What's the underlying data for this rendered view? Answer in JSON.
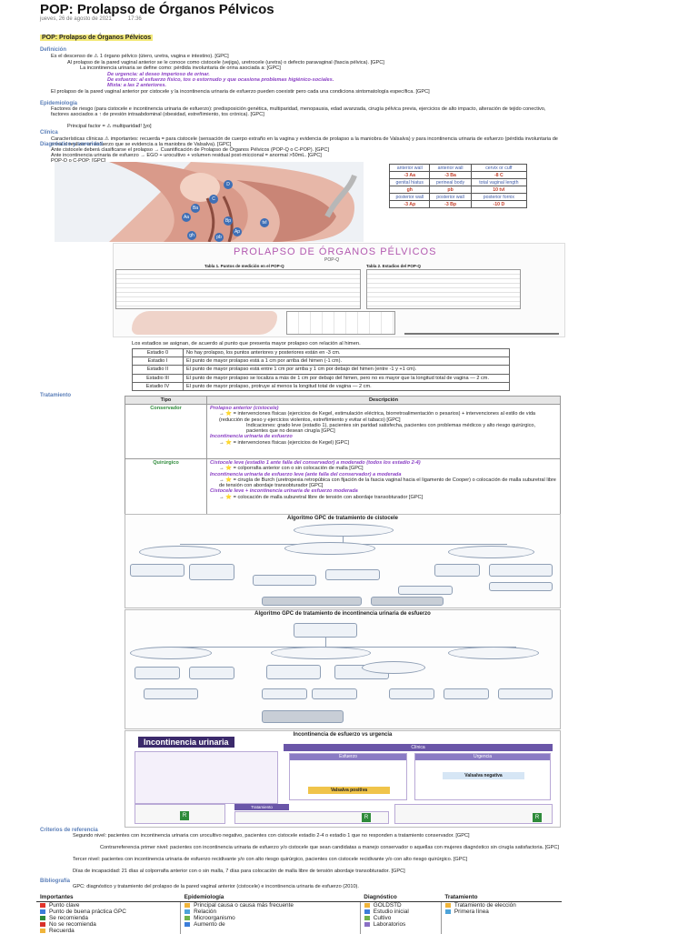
{
  "header": {
    "title": "POP: Prolapso de Órganos Pélvicos",
    "date": "jueves, 26 de agosto de 2021",
    "time": "17:36"
  },
  "doc_heading": "POP: Prolapso de Órganos Pélvicos",
  "sections": {
    "definicion": "Definición",
    "epidemiologia": "Epidemiología",
    "clinica": "Clínica",
    "diagnostico": "Diagnóstico y severidad",
    "tratamiento": "Tratamiento",
    "criterios": "Criterios de referencia",
    "bibliografia": "Bibliografía"
  },
  "definicion": {
    "l1": "Es el descenso de ⚠ 1 órgano pélvico (útero, uretra, vagina e intestino). [GPC]",
    "l2": "Al prolapso de la pared vaginal anterior se le conoce como cistocele (vejiga), uretrocele (uretra) o defecto paravaginal (fascia pélvica). [GPC]",
    "l3": "La incontinencia urinaria se define como: pérdida involuntaria de orina asociada a: [GPC]",
    "l4": "De urgencia: al deseo imperioso de orinar.",
    "l5": "De esfuerzo: al esfuerzo físico, tos o estornudo y que ocasiona problemas higiénico-sociales.",
    "l6": "Mixta: a las 2 anteriores.",
    "l7": "El prolapso de la pared vaginal anterior por cistocele y la incontinencia urinaria de esfuerzo pueden coexistir pero cada una condiciona sintomatología específica. [GPC]"
  },
  "epidemiologia": {
    "l1": "Factores de riesgo (para cistocele e incontinencia urinaria de esfuerzo): predisposición genética, multiparidad, menopausia, edad avanzada, cirugía pélvica previa, ejercicios de alto impacto, alteración de tejido conectivo, factores asociados a ↑ de presión intraabdominal (obesidad, estreñimiento, tos crónica). [GPC]",
    "l2": "Principal factor = ⚠ multiparidad! [yo]"
  },
  "clinica": {
    "l1": "Características clínicas ⚠ importantes: recuerda = para cistocele (sensación de cuerpo extraño en la vagina y evidencia de prolapso a la maniobra de Valsalva) y para incontinencia urinaria de esfuerzo (pérdida involuntaria de orina al realizar un esfuerzo que se evidencia a la maniobra de Valsalva). [GPC]"
  },
  "diagnostico": {
    "l1": "Ante cistocele deberá clasificarse el prolapso → Cuantificación de Prolapso de Órganos Pélvicos (POP-Q o C-POP). [GPC]",
    "l2": "Ante incontinencia urinaria de esfuerzo → EGO + urocultivo + volumen residual post-miccional = anormal >50mL. [GPC]",
    "l3": "POP-Q o C-POP: [GPC]"
  },
  "popq": {
    "rows": [
      [
        "anterior wall",
        "anterior wall",
        "cervix or cuff"
      ],
      [
        "-3  Aa",
        "-3  Ba",
        "-8  C"
      ],
      [
        "genital hiatus",
        "perineal body",
        "total vaginal length"
      ],
      [
        "gh",
        "pb",
        "10  tvl"
      ],
      [
        "posterior wall",
        "posterior wall",
        "posterior fornix"
      ],
      [
        "-3  Ap",
        "-3  Bp",
        "-10  D"
      ]
    ],
    "fig_labels": [
      "Aa",
      "Ba",
      "C",
      "D",
      "Bp",
      "Ap",
      "gh",
      "pb",
      "tvl"
    ]
  },
  "poster": {
    "title": "PROLAPSO DE ÓRGANOS PÉLVICOS",
    "subtitle": "POP-Q",
    "table1": "Tabla 1. Puntos de medición en el POP-Q",
    "table2": "Tabla 2. Estadios del POP-Q"
  },
  "stages": {
    "caption": "Los estadios se asignan, de acuerdo al punto que presenta mayor prolapso con relación al himen.",
    "rows": [
      [
        "Estadio 0",
        "No hay prolapso, los puntos anteriores y posteriores están en -3 cm."
      ],
      [
        "Estadio I",
        "El punto de mayor prolapso está a 1 cm por arriba del himen (-1 cm)."
      ],
      [
        "Estadio II",
        "El punto de mayor prolapso está entre 1 cm por arriba y 1 cm por debajo del himen (entre -1 y +1 cm)."
      ],
      [
        "Estadio III",
        "El punto de mayor prolapso se localiza a más de 1 cm por debajo del himen, pero no es mayor que la longitud total de vagina — 2 cm."
      ],
      [
        "Estadio IV",
        "El punto de mayor prolapso, protruye al menos la longitud total de vagina — 2 cm."
      ]
    ]
  },
  "treatment": {
    "col_tipo": "Tipo",
    "col_desc": "Descripción",
    "conservador": "Conservador",
    "quirurgico": "Quirúrgico",
    "c1": "Prolapso anterior (cistocele)",
    "c2": "→ ⭐ = intervenciones físicas (ejercicios de Kegel, estimulación eléctrica, biorretroalimentación o pesarios) + intervenciones al estilo de vida (reducción de peso y ejercicios violentos, estreñimiento y evitar el tabaco) [GPC]",
    "c3": "Indicaciones: grado leve (estadio 1), pacientes sin paridad satisfecha, pacientes con problemas médicos y alto riesgo quirúrgico, pacientes que no desean cirugía [GPC]",
    "c4": "Incontinencia urinaria de esfuerzo",
    "c5": "→ ⭐ = intervenciones físicas (ejercicios de Kegel) [GPC]",
    "q1": "Cistocele leve (estadio 1 ante falla del conservador) a moderado (todos los estadio 2-4)",
    "q2": "→ ⭐ = colporrafia anterior con o sin colocación de malla [GPC]",
    "q3": "Incontinencia urinaria de esfuerzo leve (ante falla del conservador) a moderada",
    "q4": "→ ⭐ = cirugía de Burch (uretropexia retropúbica con fijación de la fascia vaginal hacia el ligamento de Cooper) o colocación de malla suburetral libre de tensión con abordaje transobturador [GPC]",
    "q5": "Cistocele leve + incontinencia urinaria de esfuerzo moderada",
    "q6": "→ ⭐ = colocación de malla suburetral libre de tensión con abordaje transobturador [GPC]"
  },
  "flow1": {
    "title": "Algoritmo GPC de tratamiento de cistocele"
  },
  "flow2": {
    "title": "Algoritmo GPC de tratamiento de incontinencia urinaria de esfuerzo"
  },
  "info": {
    "title": "Incontinencia de esfuerzo vs urgencia",
    "banner": "Incontinencia urinaria",
    "clinica": "Clínica",
    "esfuerzo": "Esfuerzo",
    "urgencia": "Urgencia",
    "valsalva_pos": "Valsalva positiva",
    "valsalva_neg": "Valsalva negativa",
    "tratamiento": "Tratamiento"
  },
  "criterios": {
    "l1": "Segundo nivel: pacientes con incontinencia urinaria con urocultivo negativo, pacientes con cistocele estadio 2-4 o estadio 1 que no responden a tratamiento conservador. [GPC]",
    "l2": "Contrarreferencia primer nivel: pacientes con incontinencia urinaria de esfuerzo y/o cistocele que sean candidatas a manejo conservador o aquellas con mujeres diagnóstico sin cirugía satisfactoria. [GPC]",
    "l3": "Tercer nivel: pacientes con incontinencia urinaria de esfuerzo recidivante y/o con alto riesgo quirúrgico, pacientes con cistocele recidivante y/o con alto riesgo quirúrgico. [GPC]",
    "l4": "Días de incapacidad: 21 días al colporrafia anterior con o sin malla, 7 días para colocación de malla libre de tensión abordaje transobturador. [GPC]"
  },
  "bibliografia": {
    "l1": "GPC: diagnóstico y tratamiento del prolapso de la pared vaginal anterior (cistocele) e incontinencia urinaria de esfuerzo (2010)."
  },
  "legend": {
    "h1": "Importantes",
    "h2": "Epidemiología",
    "h3": "Diagnóstico",
    "h4": "Tratamiento",
    "c1": [
      "Punto clave",
      "Punto de buena práctica GPC",
      "Se recomienda",
      "No se recomienda",
      "Recuerda"
    ],
    "c2": [
      "Principal causa o causa más frecuente",
      "Relación",
      "Microorganismo",
      "Aumento de"
    ],
    "c3": [
      "GOLDSTD",
      "Estudio inicial",
      "Cultivo",
      "Laboratorios"
    ],
    "c4": [
      "Tratamiento de elección",
      "Primera línea"
    ]
  },
  "colors": {
    "section": "#5b7fb9",
    "purple": "#8a3fc4",
    "highlight": "#f3e97a",
    "banner": "#3b2a6b"
  }
}
